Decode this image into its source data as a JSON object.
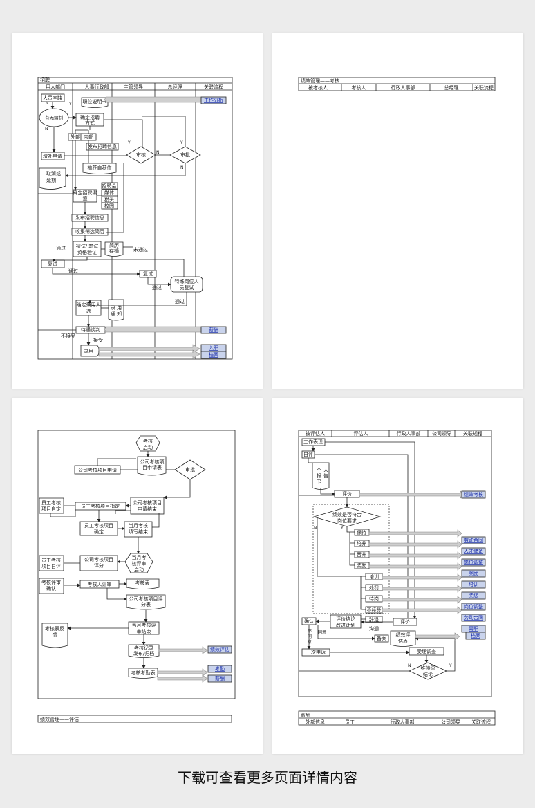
{
  "p1": {
    "title": "招聘",
    "cols": [
      "用人部门",
      "人事行政部",
      "主管领导",
      "总经理",
      "关联流程"
    ],
    "nodes": {
      "n1": "人员空缺",
      "n2": "有无编制",
      "n3": "确定招聘",
      "n3b": "方式",
      "n4": "职位说明书",
      "n5": "外部",
      "n6": "内部",
      "n7": "发布招聘信息",
      "n8": "审核",
      "n9": "审批",
      "n10": "增补申请",
      "n11": "推荐自荐信",
      "n12": "取消或",
      "n12b": "延期",
      "n13": "确定招聘渠",
      "n13b": "道",
      "c1": "招聘会",
      "c2": "媒体",
      "c3": "猎头",
      "c4": "校园",
      "n14": "发布招聘信息",
      "n15": "收集筛选简历",
      "n16": "初试/ 笔试",
      "n16b": "资格验证",
      "n17": "简历",
      "n17b": "存档",
      "n18": "复试",
      "n19": "复试",
      "n20": "特殊岗位人",
      "n20b": "员复试",
      "n21": "确定录用人",
      "n21b": "选",
      "n22": "录 用",
      "n22b": "通 知",
      "n23": "待遇谈判",
      "n24": "录用"
    },
    "labels": {
      "y": "Y",
      "n": "N",
      "tg": "通过",
      "wtg": "未通过",
      "bjs": "不接受",
      "js": "接受"
    },
    "links": [
      "工作分析",
      "薪酬",
      "入职",
      "档案"
    ]
  },
  "p2": {
    "title": "绩效管理——考核",
    "cols": [
      "被考核人",
      "考核人",
      "行政人事部",
      "总经理",
      "关联流程"
    ]
  },
  "p3": {
    "title": "绩效管理——评估",
    "nodes": {
      "a1": "考核",
      "a1b": "启动",
      "a2": "公司考核项目申请",
      "a3": "公司考核项",
      "a3b": "目申请表",
      "a4": "审批",
      "a5": "员工考核",
      "a5b": "项目自定",
      "a6": "员工考核项目指定",
      "a7": "公司考核项目",
      "a7b": "申请结束",
      "a8": "员工考核项目",
      "a8b": "确定",
      "a9": "当月考核",
      "a9b": "填写结束",
      "a10": "员工考核",
      "a10b": "项目自评",
      "a11": "公司考核项目",
      "a11b": "评分",
      "a12": "当月考",
      "a12b": "核评审",
      "a12c": "启动",
      "a13": "考核评审",
      "a13b": "确认",
      "a14": "考核人评审",
      "a15": "考核表",
      "a16": "公司考核项目评",
      "a16b": "分表",
      "a17": "考核表反",
      "a17b": "馈",
      "a18": "当月考核评",
      "a18b": "审结束",
      "a19": "考核记录",
      "a19b": "发布/归档",
      "a20": "考核考勤表"
    },
    "links": [
      "绩效评估",
      "考勤",
      "薪酬"
    ]
  },
  "p4": {
    "cols": [
      "被评估人",
      "评估人",
      "行政人事部",
      "公司领导",
      "关联规程"
    ],
    "nodes": {
      "b1": "工作表现",
      "b2": "自评",
      "b3": "个",
      "b3b": "人",
      "b3c": "报",
      "b3d": "告",
      "b3e": "书",
      "b4": "评价",
      "b5": "绩效是否符合",
      "b5b": "岗位要求",
      "b6": "保持",
      "b7": "培养",
      "b8": "晋升",
      "b9": "奖励",
      "b10": "培训",
      "b11": "处罚",
      "b12": "待岗",
      "b13": "不续签",
      "b14": "辞退",
      "b15": "评价结论",
      "b15b": "改进计划",
      "b16": "确认",
      "b17": "评价",
      "b18": "沟通",
      "b19": "备案",
      "b20": "绩效评",
      "b20b": "估表",
      "b21": "一次申诉",
      "b22": "受理调查",
      "b23": "维持原",
      "b23b": "结论",
      "b24": "不",
      "b24b": "同",
      "b24c": "意",
      "b25": "同意"
    },
    "labels": {
      "y": "Y",
      "n": "N"
    },
    "links": [
      "绩效考核",
      "劳动合同",
      "人才储备",
      "岗位调整",
      "奖励",
      "培训",
      "奖惩",
      "岗位调整",
      "劳动合同",
      "离职",
      "档案"
    ]
  },
  "p4b": {
    "title": "薪酬",
    "cols": [
      "外部信息",
      "员工",
      "行政人事部",
      "公司领导",
      "关联流程"
    ]
  },
  "footer": "下载可查看更多页面详情内容"
}
